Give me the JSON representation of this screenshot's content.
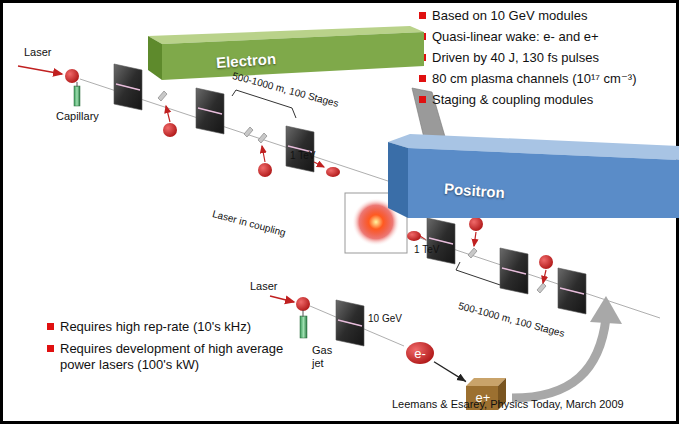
{
  "diagram": {
    "caption": "Leemans & Esarey, Physics Today, March 2009",
    "nodes": [
      {
        "text": [
          "Electron"
        ]
      },
      {
        "text": [
          "Positron"
        ]
      },
      {
        "text": [
          "e-"
        ]
      },
      {
        "text": [
          "e+"
        ]
      }
    ],
    "edges": [
      {
        "from": 2,
        "to": 3,
        "arrow": "to"
      }
    ],
    "labels": [
      "Based on 10 GeV modules",
      "Quasi-linear wake: e- and e+",
      "Driven by 40 J, 130 fs pulses",
      "80 cm plasma channels (10¹⁷ cm⁻³)",
      "Staging & coupling modules",
      "Laser",
      "Capillary",
      "500-1000 m, 100 Stages",
      "1 TeV",
      "Laser in coupling",
      "1 TeV",
      "500-1000 m, 100 Stages",
      "Laser",
      "10 GeV",
      "Gas jet",
      "Requires high rep-rate (10's kHz)",
      "Requires development of high average power lasers (100's kW)"
    ]
  }
}
